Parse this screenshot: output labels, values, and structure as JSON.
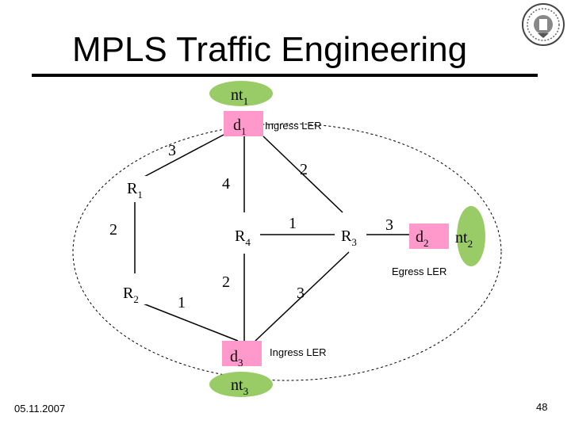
{
  "slide": {
    "title": "MPLS Traffic Engineering",
    "date": "05.11.2007",
    "page_number": "48"
  },
  "diagram": {
    "nodes": {
      "nt1": {
        "base": "nt",
        "sub": "1"
      },
      "d1": {
        "base": "d",
        "sub": "1"
      },
      "R1": {
        "base": "R",
        "sub": "1"
      },
      "R2": {
        "base": "R",
        "sub": "2"
      },
      "R3": {
        "base": "R",
        "sub": "3"
      },
      "R4": {
        "base": "R",
        "sub": "4"
      },
      "d2": {
        "base": "d",
        "sub": "2"
      },
      "nt2": {
        "base": "nt",
        "sub": "2"
      },
      "d3": {
        "base": "d",
        "sub": "3"
      },
      "nt3": {
        "base": "nt",
        "sub": "3"
      }
    },
    "edge_weights": {
      "d1_R1": "3",
      "d1_R3": "2",
      "d1_R4": "4",
      "R1_R2": "2",
      "R4_R3": "1",
      "R3_d2": "3",
      "R2_d3": "1",
      "R4_d3": "2",
      "R3_d3": "3"
    },
    "annotations": {
      "ingress_top": "Ingress LER",
      "egress": "Egress LER",
      "ingress_bottom": "Ingress LER"
    },
    "colors": {
      "router_box": "#ff99cc",
      "nt_oval": "#99cc66",
      "line": "#000000"
    }
  }
}
